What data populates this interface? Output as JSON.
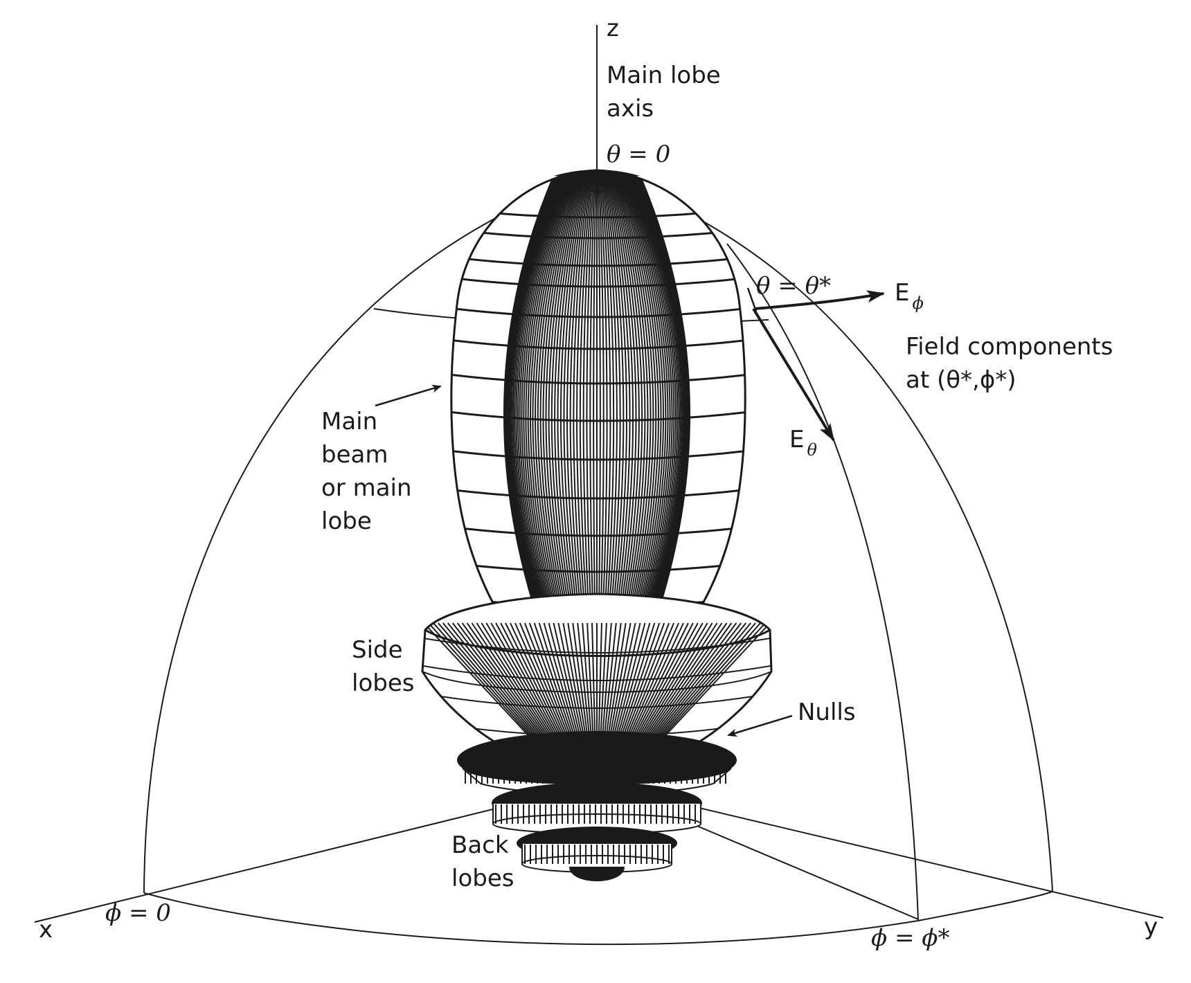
{
  "axes": {
    "z_label": "z",
    "x_label": "x",
    "y_label": "y"
  },
  "labels": {
    "main_lobe_axis_line1": "Main lobe",
    "main_lobe_axis_line2": "axis",
    "theta_zero": "θ = 0",
    "phi_zero": "ϕ = 0",
    "phi_star": "ϕ = ϕ*",
    "theta_star": "θ = θ*",
    "e_phi": "E",
    "e_phi_sub": "ϕ",
    "e_theta": "E",
    "e_theta_sub": "θ",
    "field_components_line1": "Field components",
    "field_components_line2": "at (θ*,ϕ*)",
    "main_beam_line1": "Main",
    "main_beam_line2": "beam",
    "main_beam_line3": "or main",
    "main_beam_line4": "lobe",
    "side_lobes_line1": "Side",
    "side_lobes_line2": "lobes",
    "nulls": "Nulls",
    "back_lobes_line1": "Back",
    "back_lobes_line2": "lobes"
  },
  "colors": {
    "ink": "#1a1a1a",
    "background": "#ffffff"
  },
  "icons": {
    "arrowheads": "arrowhead-icon"
  }
}
